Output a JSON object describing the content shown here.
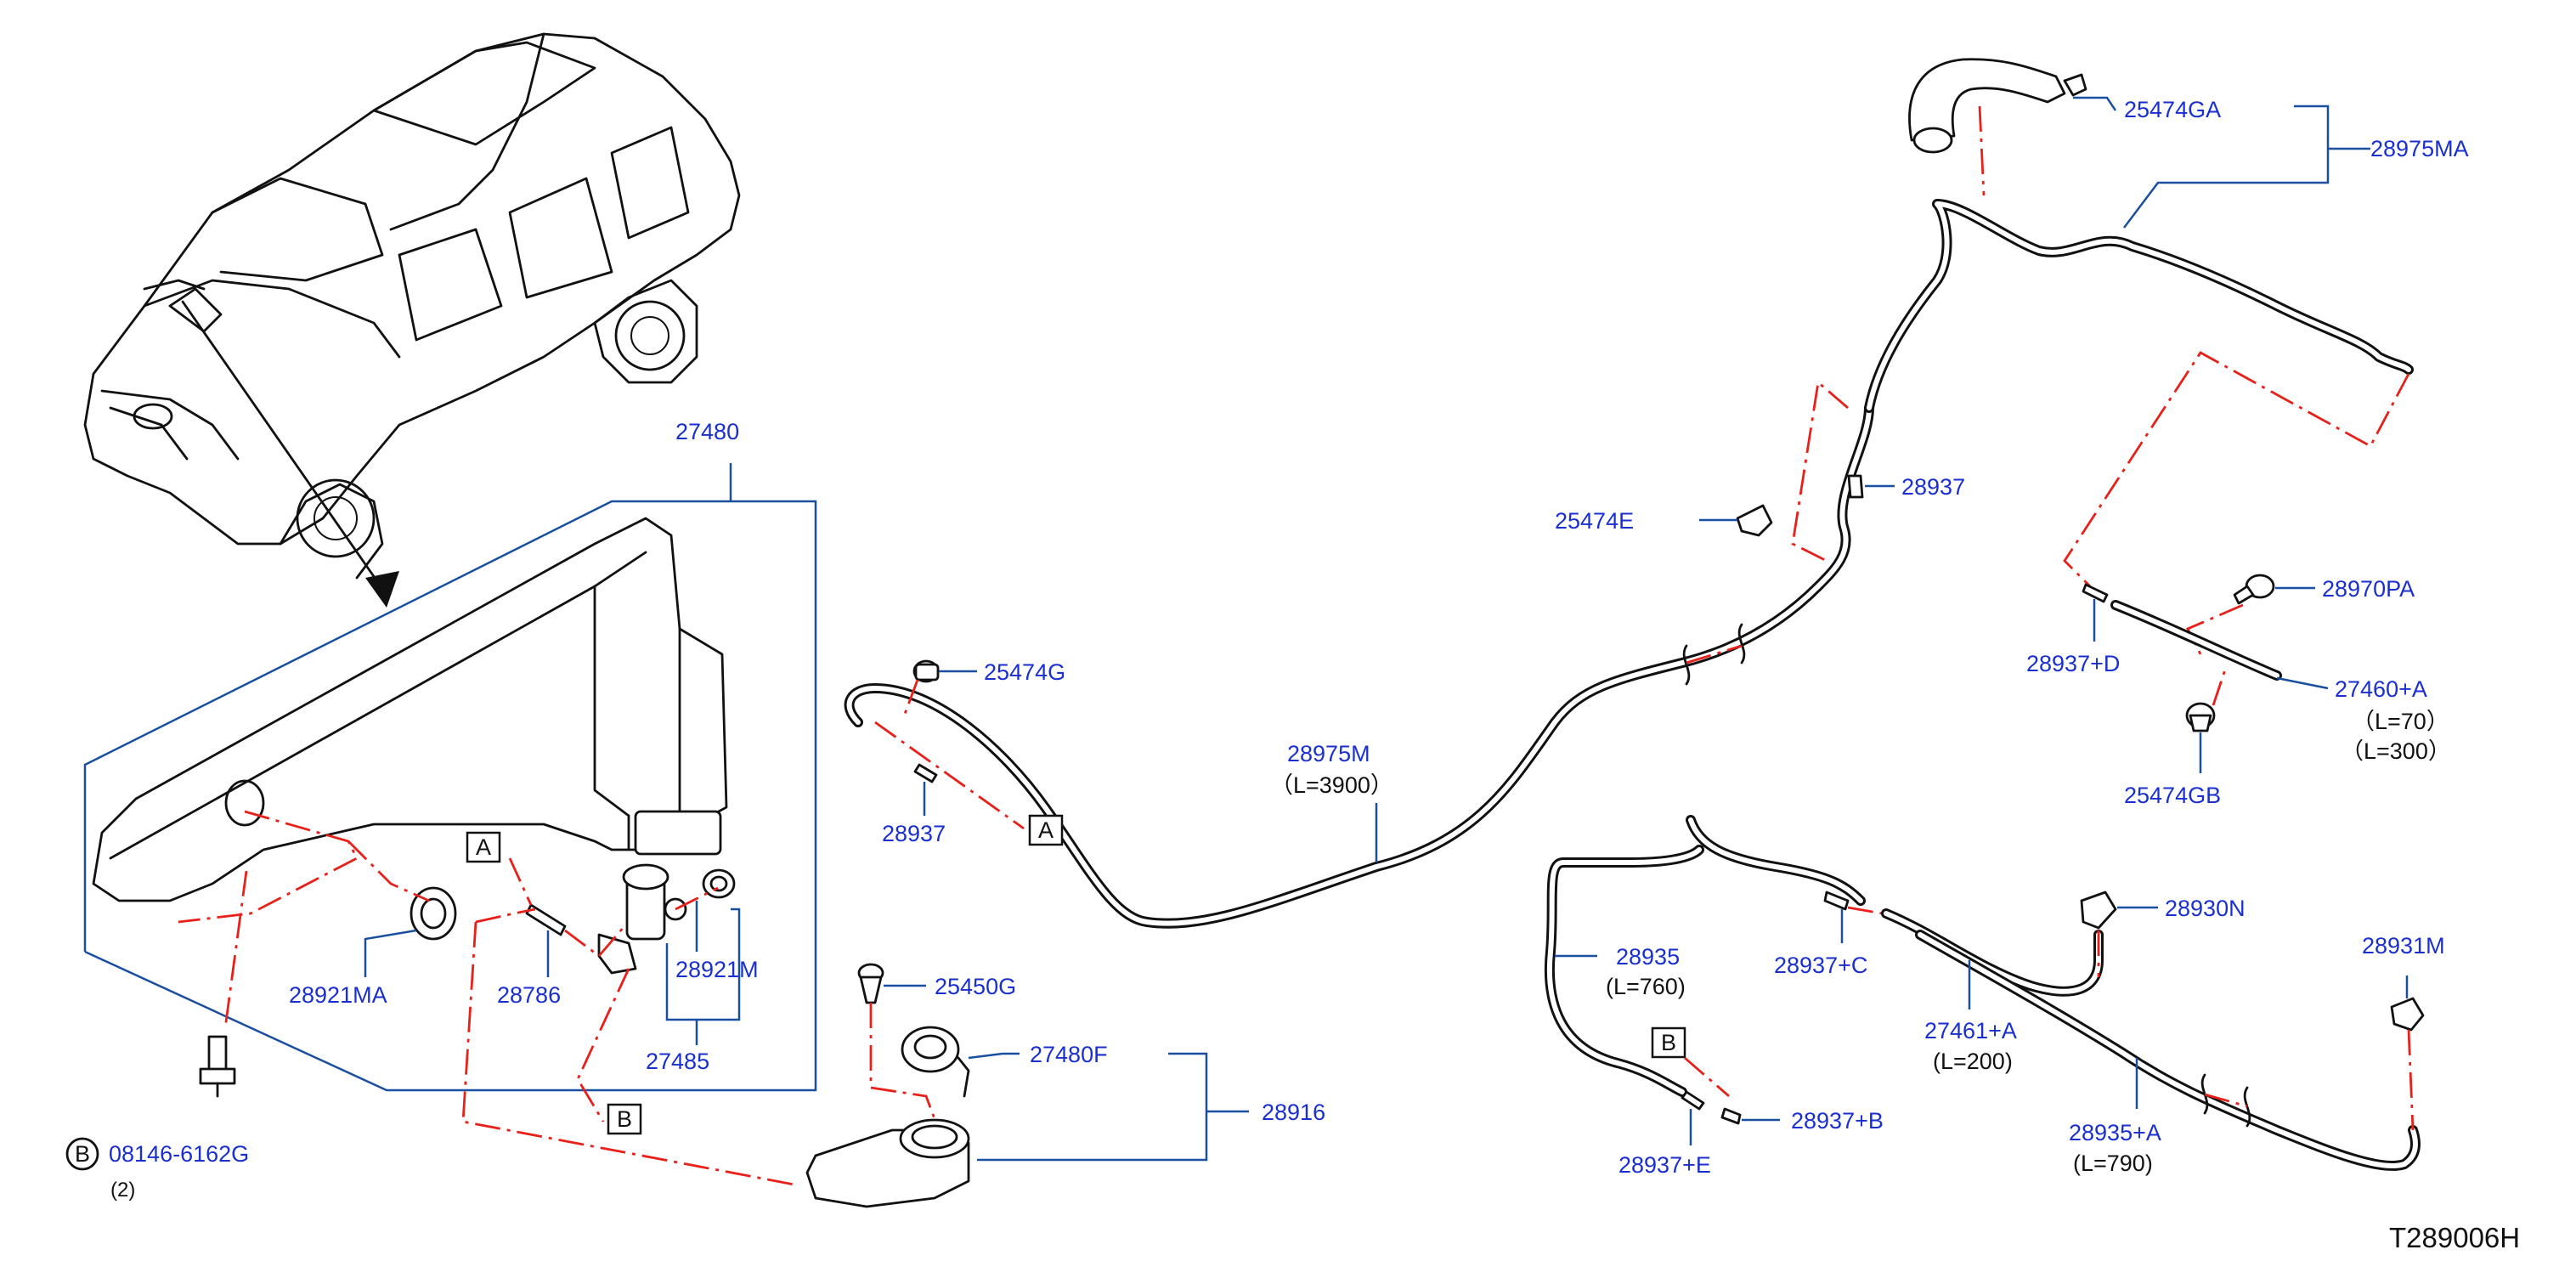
{
  "diagram_code": "T289006H",
  "reference_markers": {
    "A": "A",
    "B": "B"
  },
  "parts": {
    "p27480": "27480",
    "p27485": "27485",
    "p28921M": "28921M",
    "p28921MA": "28921MA",
    "p28786": "28786",
    "p08146": "08146-6162G",
    "p08146_qty": "(2)",
    "p08146_prefix": "B",
    "p25474G": "25474G",
    "p28937_left": "28937",
    "p28975M": "28975M",
    "p28975M_len": "（L=3900）",
    "p25450G": "25450G",
    "p27480F": "27480F",
    "p28916": "28916",
    "p25474GA": "25474GA",
    "p28975MA": "28975MA",
    "p25474E": "25474E",
    "p28937_mid": "28937",
    "p28970PA": "28970PA",
    "p28937D": "28937+D",
    "p27460A": "27460+A",
    "p27460A_len1": "（L=70）",
    "p27460A_len2": "（L=300）",
    "p25474GB": "25474GB",
    "p28935": "28935",
    "p28935_len": "(L=760)",
    "p28937C": "28937+C",
    "p28930N": "28930N",
    "p28931M": "28931M",
    "p27461A": "27461+A",
    "p27461A_len": "(L=200)",
    "p28935A": "28935+A",
    "p28935A_len": "(L=790)",
    "p28937B": "28937+B",
    "p28937E": "28937+E"
  },
  "colors": {
    "label": "#1a2fd0",
    "leader": "#1a4fa0",
    "dash": "#e8201a",
    "line": "#111111"
  }
}
